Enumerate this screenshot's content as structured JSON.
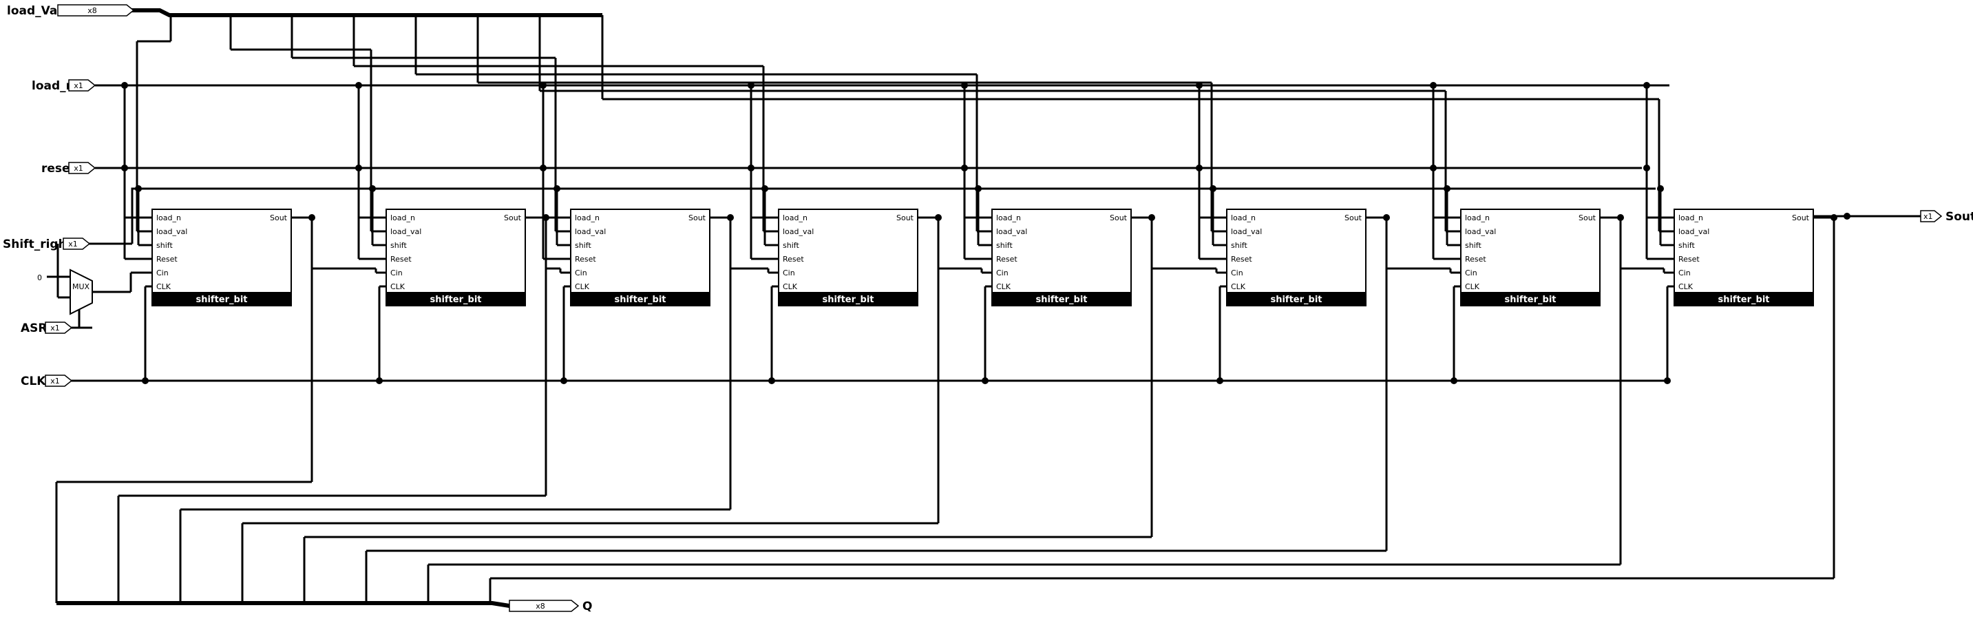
{
  "inputs": [
    {
      "name": "load_Val",
      "width": "x8"
    },
    {
      "name": "load_n",
      "width": "x1"
    },
    {
      "name": "reset",
      "width": "x1"
    },
    {
      "name": "Shift_right",
      "width": "x1"
    },
    {
      "name": "ASR",
      "width": "x1"
    },
    {
      "name": "CLK",
      "width": "x1"
    }
  ],
  "outputs": [
    {
      "name": "Sout",
      "width": "x1"
    },
    {
      "name": "Q",
      "width": "x8"
    }
  ],
  "constant": "0",
  "mux": {
    "label": "MUX"
  },
  "block": {
    "title": "shifter_bit",
    "inputs": [
      "load_n",
      "load_val",
      "shift",
      "Reset",
      "Cin",
      "CLK"
    ],
    "output": "Sout",
    "count": 8
  }
}
